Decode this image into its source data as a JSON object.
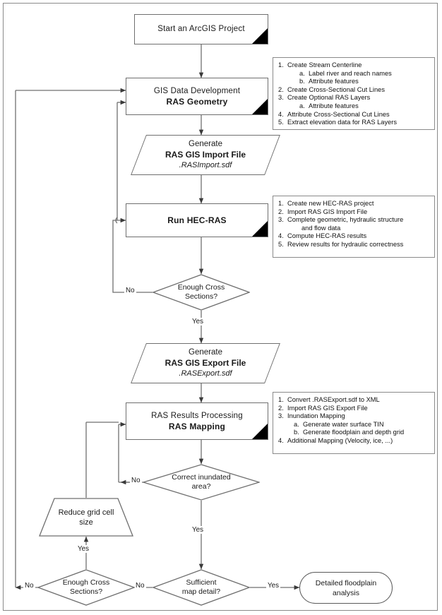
{
  "diagram": {
    "title": "HEC-GeoRAS / HEC-RAS floodplain mapping workflow",
    "line_color": "#6f6f6f",
    "text_color": "#1a1a1a",
    "background": "#ffffff"
  },
  "nodes": {
    "start": {
      "label": "Start an ArcGIS Project"
    },
    "geometry": {
      "line1": "GIS Data Development",
      "line2": "RAS Geometry"
    },
    "import_file": {
      "line1": "Generate",
      "line2": "RAS GIS Import File",
      "line3": ".RASImport.sdf"
    },
    "run_hecras": {
      "line1": "Run HEC-RAS"
    },
    "enough_xs_1": {
      "line1": "Enough Cross",
      "line2": "Sections?"
    },
    "export_file": {
      "line1": "Generate",
      "line2": "RAS GIS Export File",
      "line3": ".RASExport.sdf"
    },
    "mapping": {
      "line1": "RAS Results Processing",
      "line2": "RAS Mapping"
    },
    "correct_area": {
      "line1": "Correct inundated",
      "line2": "area?"
    },
    "reduce_grid": {
      "line1": "Reduce grid  cell",
      "line2": "size"
    },
    "enough_xs_2": {
      "line1": "Enough Cross",
      "line2": "Sections?"
    },
    "map_detail": {
      "line1": "Sufficient",
      "line2": "map detail?"
    },
    "final": {
      "line1": "Detailed floodplain",
      "line2": "analysis"
    }
  },
  "notes": {
    "geometry_steps": [
      {
        "marker": "1.",
        "text": "Create Stream Centerline",
        "level": "main"
      },
      {
        "marker": "a.",
        "text": "Label river and reach names",
        "level": "sub"
      },
      {
        "marker": "b.",
        "text": "Attribute features",
        "level": "sub"
      },
      {
        "marker": "2.",
        "text": "Create Cross-Sectional Cut Lines",
        "level": "main"
      },
      {
        "marker": "3.",
        "text": "Create Optional RAS Layers",
        "level": "main"
      },
      {
        "marker": "a.",
        "text": "Attribute features",
        "level": "sub"
      },
      {
        "marker": "4.",
        "text": "Attribute Cross-Sectional Cut Lines",
        "level": "main"
      },
      {
        "marker": "5.",
        "text": "Extract elevation data for RAS Layers",
        "level": "main"
      }
    ],
    "hecras_steps": [
      {
        "marker": "1.",
        "text": "Create new HEC-RAS project",
        "level": "main"
      },
      {
        "marker": "2.",
        "text": "Import RAS GIS Import File",
        "level": "main"
      },
      {
        "marker": "3.",
        "text": "Complete geometric, hydraulic structure",
        "level": "main"
      },
      {
        "marker": "",
        "text": "and flow data",
        "level": "cont"
      },
      {
        "marker": "4.",
        "text": "Compute HEC-RAS results",
        "level": "main"
      },
      {
        "marker": "5.",
        "text": "Review results for hydraulic correctness",
        "level": "main"
      }
    ],
    "mapping_steps": [
      {
        "marker": "1.",
        "text": "Convert .RASExport.sdf to XML",
        "level": "main"
      },
      {
        "marker": "2.",
        "text": "Import RAS GIS Export File",
        "level": "main"
      },
      {
        "marker": "3.",
        "text": "Inundation Mapping",
        "level": "main"
      },
      {
        "marker": "a.",
        "text": "Generate water surface TIN",
        "level": "sub2"
      },
      {
        "marker": "b.",
        "text": "Generate floodplain and depth grid",
        "level": "sub2"
      },
      {
        "marker": "4.",
        "text": "Additional Mapping (Velocity, ice, ...)",
        "level": "main"
      }
    ]
  },
  "edge_labels": {
    "xs1_no": "No",
    "xs1_yes": "Yes",
    "area_no": "No",
    "area_yes": "Yes",
    "reduce_yes": "Yes",
    "xs2_no_left": "No",
    "xs2_no_right": "No",
    "detail_yes": "Yes"
  }
}
